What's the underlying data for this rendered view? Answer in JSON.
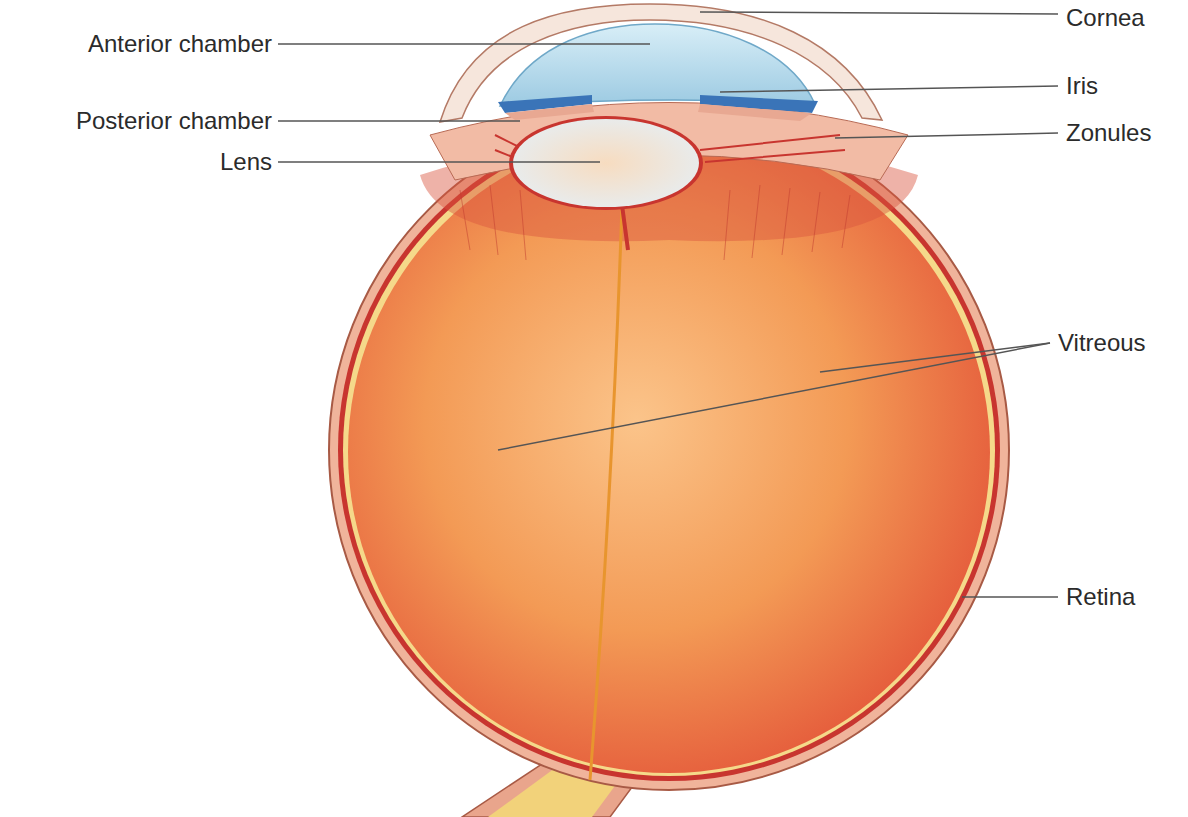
{
  "diagram": {
    "labels": [
      "Anterior chamber",
      "Cornea",
      "Iris",
      "Posterior chamber",
      "Zonules",
      "Lens",
      "Vitreous",
      "Retina"
    ]
  }
}
